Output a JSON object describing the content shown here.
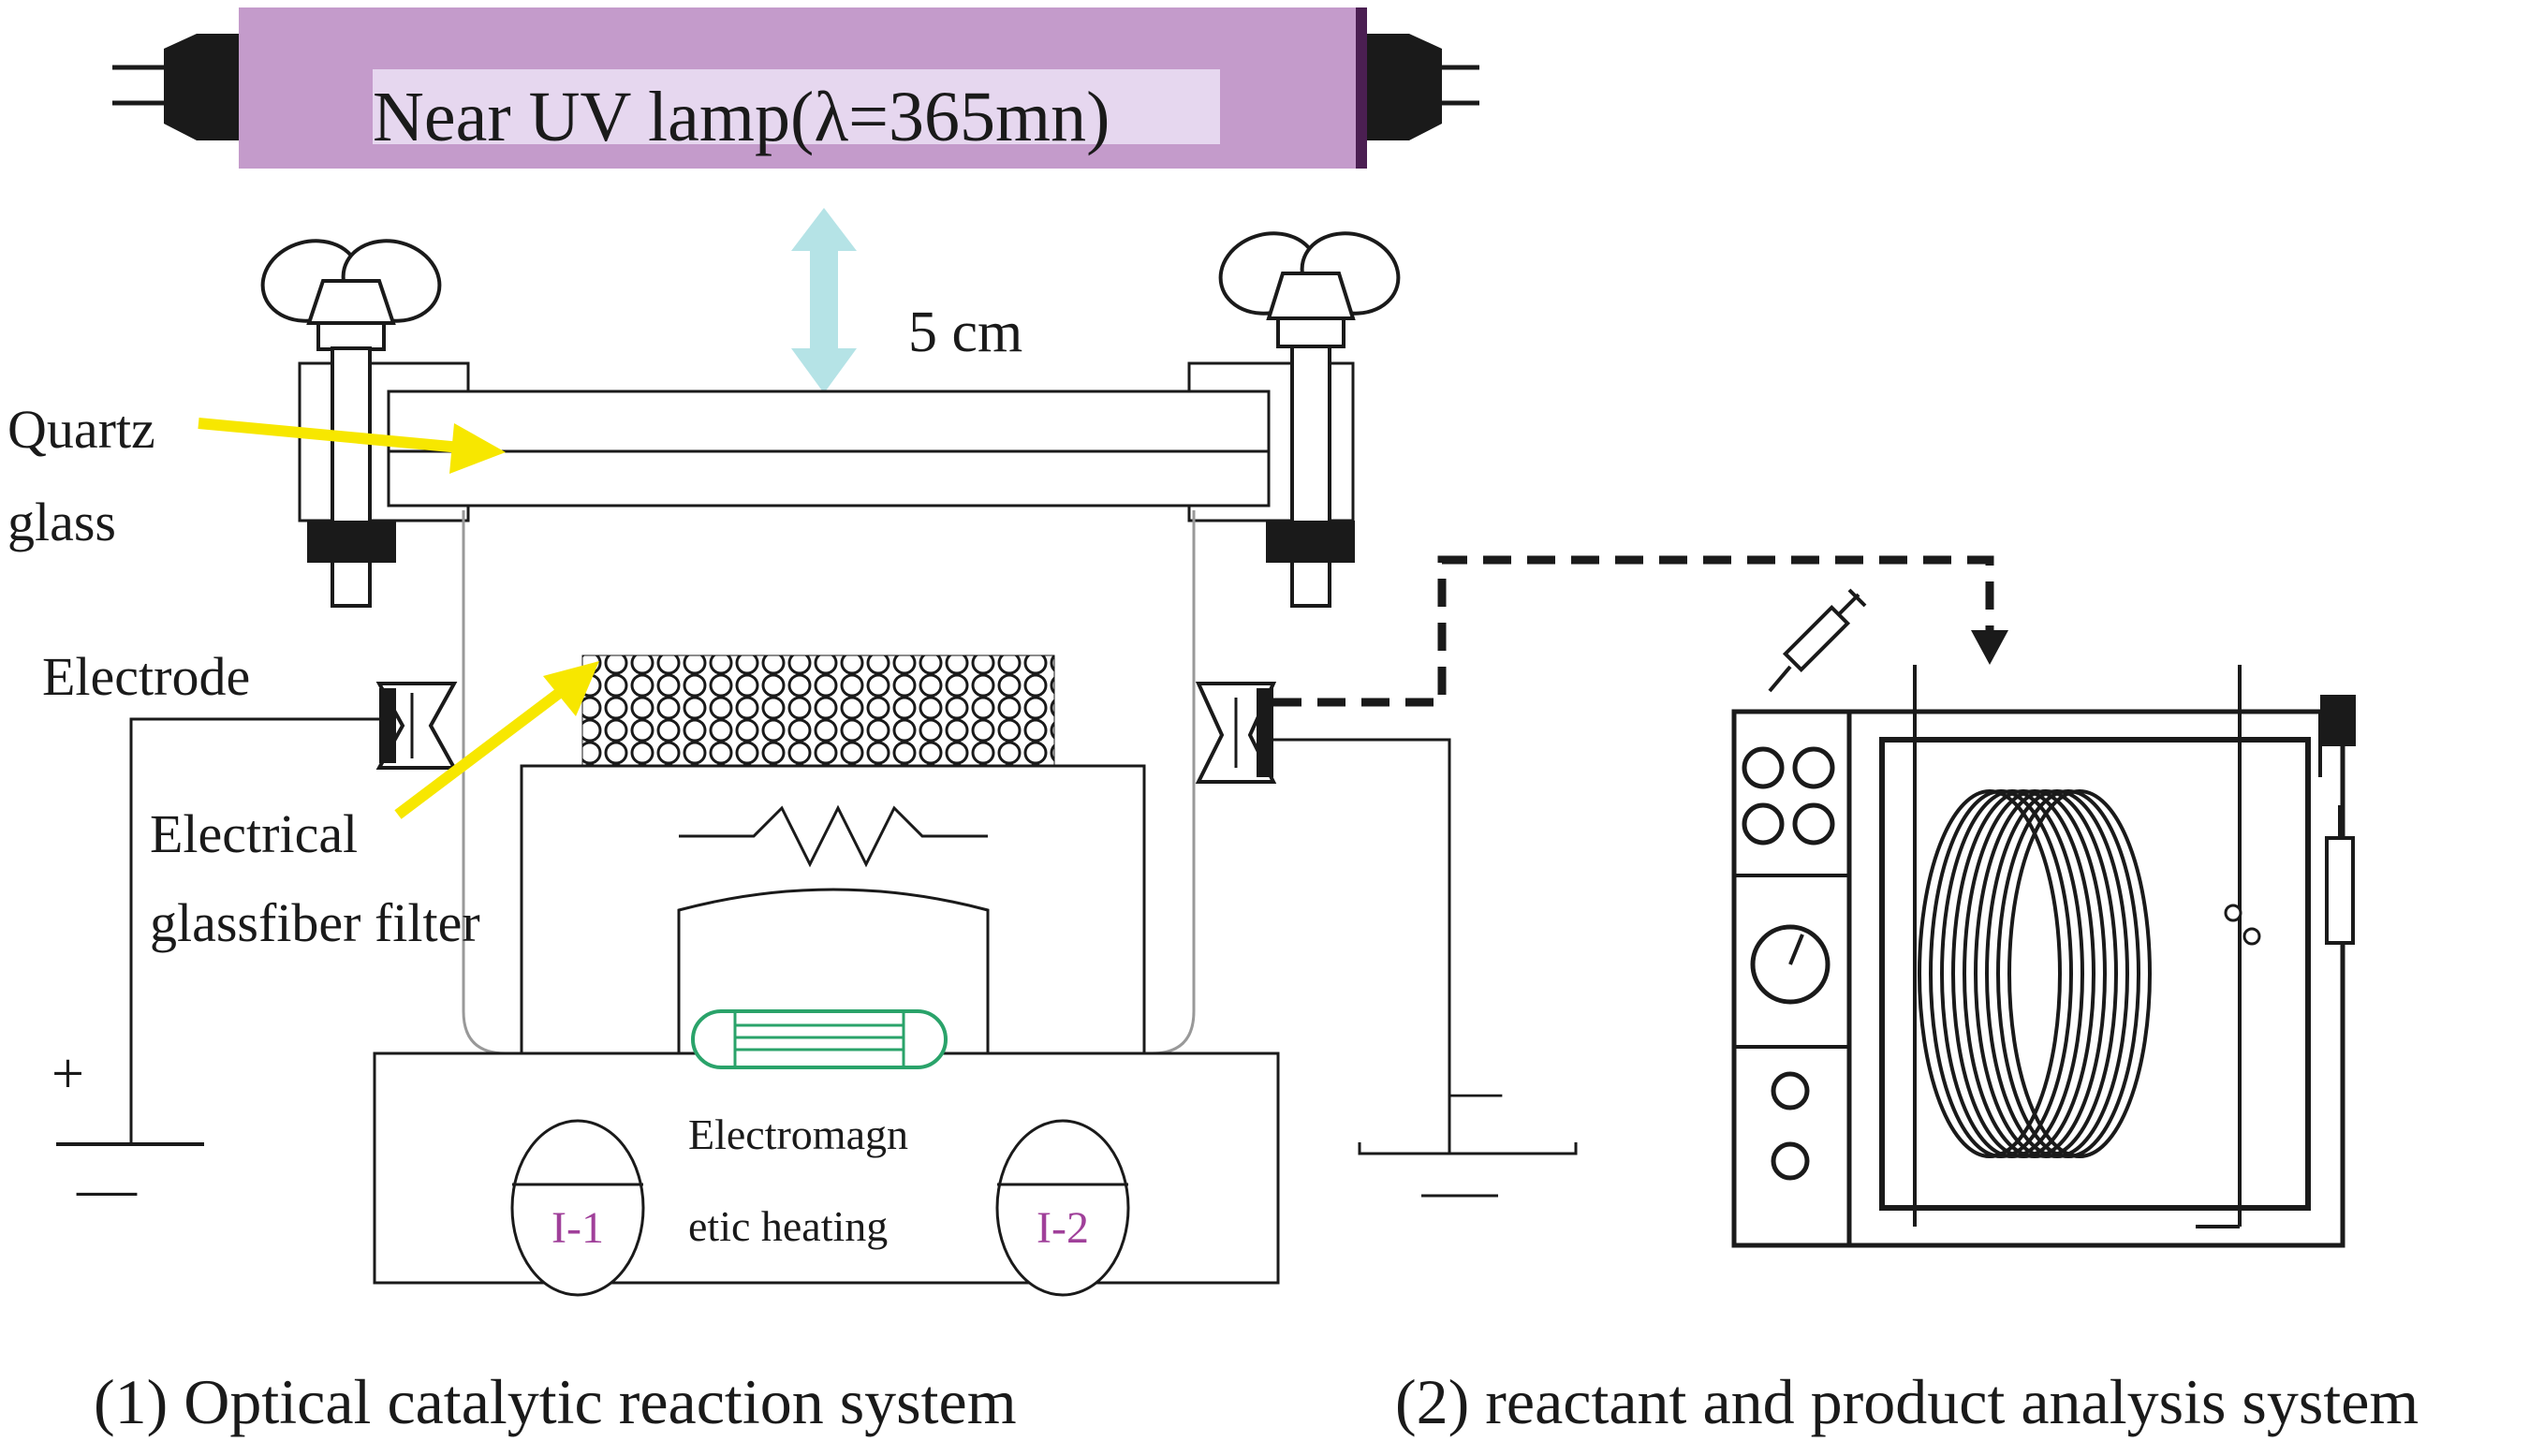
{
  "lamp": {
    "label": "Near UV lamp(λ=365mn)"
  },
  "distance": {
    "label": "5 cm"
  },
  "labels": {
    "quartz_line1": "Quartz",
    "quartz_line2": "glass",
    "electrode": "Electrode",
    "filter_line1": "Electrical",
    "filter_line2": "glassfiber filter",
    "plus": "+",
    "minus_left": "—",
    "minus_right": "—",
    "heating_line1": "Electromagn",
    "heating_line2": "etic heating",
    "port_left": "I-1",
    "port_right": "I-2"
  },
  "captions": {
    "left": "(1) Optical catalytic reaction system",
    "right": "(2) reactant and product analysis system"
  },
  "colors": {
    "lamp_fill": "#c49bcb",
    "lamp_label_bg": "#e6d7ef",
    "arrow_yellow": "#f7e700",
    "arrow_cyan": "#b5e3e6",
    "coil_green": "#2aa36a",
    "port_text": "#a0409a",
    "ink": "#1a1a1a"
  }
}
